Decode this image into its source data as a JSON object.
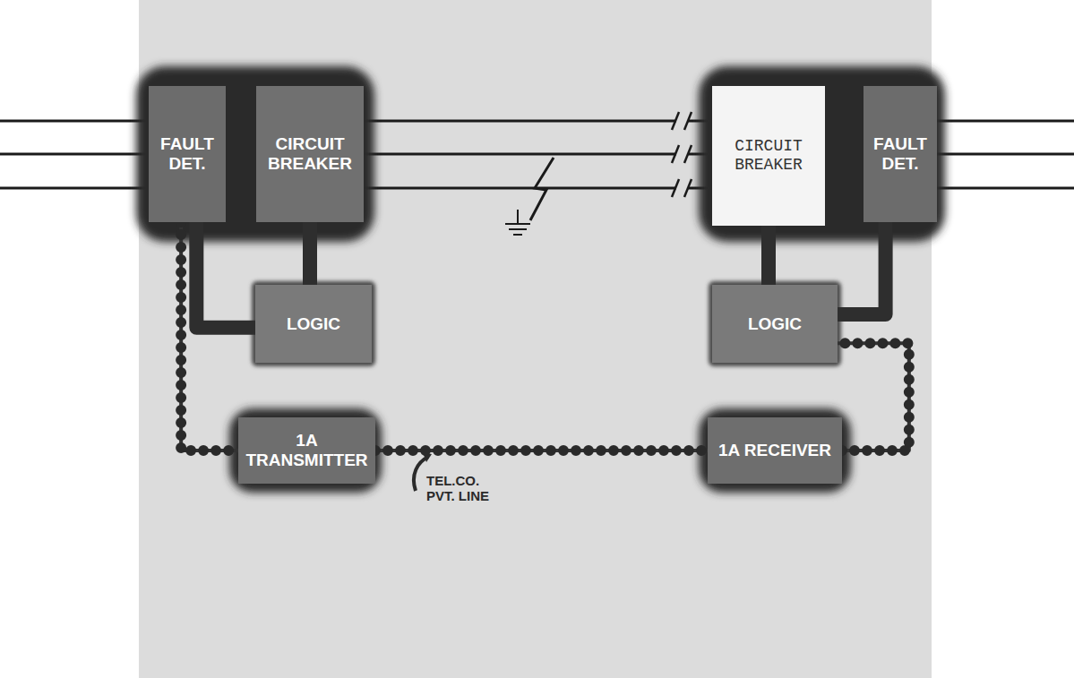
{
  "diagram": {
    "nodes": [
      {
        "text": [
          "FAULT DET."
        ]
      },
      {
        "text": [
          "CIRCUIT BREAKER"
        ]
      },
      {
        "text": [
          "CIRCUIT BREAKER"
        ]
      },
      {
        "text": [
          "FAULT DET."
        ]
      },
      {
        "text": [
          "LOGIC"
        ]
      },
      {
        "text": [
          "LOGIC"
        ]
      },
      {
        "text": [
          "1A TRANSMITTER"
        ]
      },
      {
        "text": [
          "1A RECEIVER"
        ]
      }
    ],
    "edges": [
      {
        "from": 0,
        "to": 4,
        "arrow": "none"
      },
      {
        "from": 4,
        "to": 1,
        "arrow": "none"
      },
      {
        "from": 0,
        "to": 6,
        "arrow": "none"
      },
      {
        "from": 6,
        "to": 7,
        "label": "TEL.CO. PVT. LINE",
        "arrow": "none"
      },
      {
        "from": 7,
        "to": 5,
        "arrow": "none"
      },
      {
        "from": 5,
        "to": 2,
        "arrow": "none"
      },
      {
        "from": 3,
        "to": 5,
        "arrow": "none"
      }
    ]
  }
}
